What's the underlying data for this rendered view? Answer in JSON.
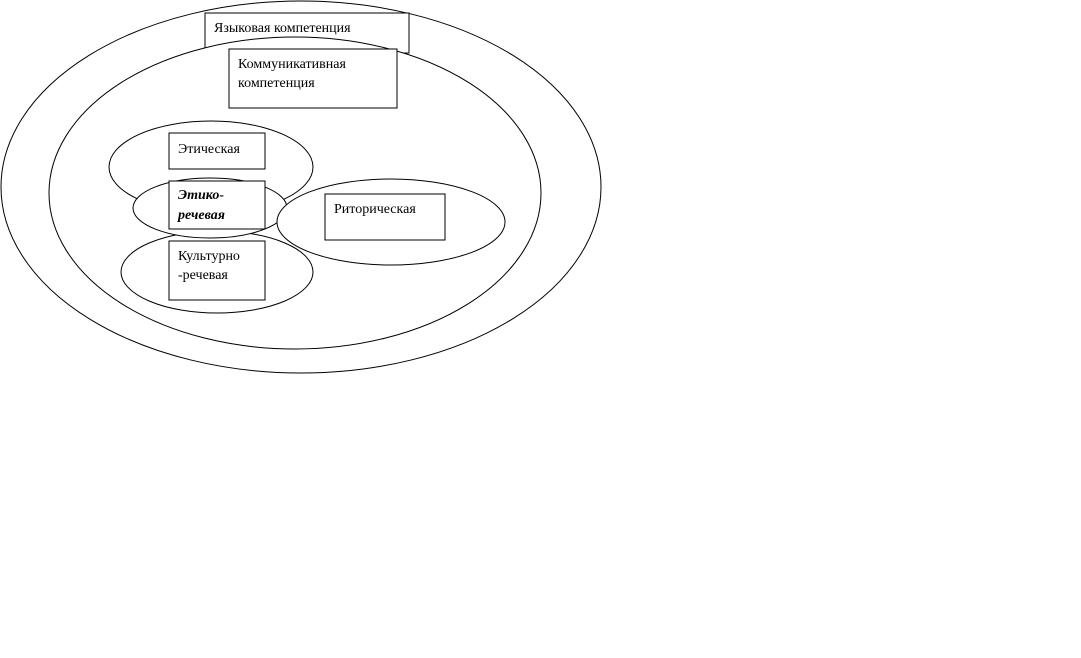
{
  "diagram": {
    "language_competence": {
      "label": "Языковая компетенция"
    },
    "communicative_competence": {
      "label_line1": "Коммуникативная",
      "label_line2": "компетенция"
    },
    "ethical": {
      "label": "Этическая"
    },
    "ethico_speech": {
      "label_line1": "Этико-",
      "label_line2": "речевая"
    },
    "rhetorical": {
      "label": "Риторическая"
    },
    "cultural_speech": {
      "label_line1": "Культурно",
      "label_line2": "-речевая"
    },
    "colors": {
      "stroke": "#000000",
      "fill": "#ffffff",
      "text": "#000000"
    }
  }
}
